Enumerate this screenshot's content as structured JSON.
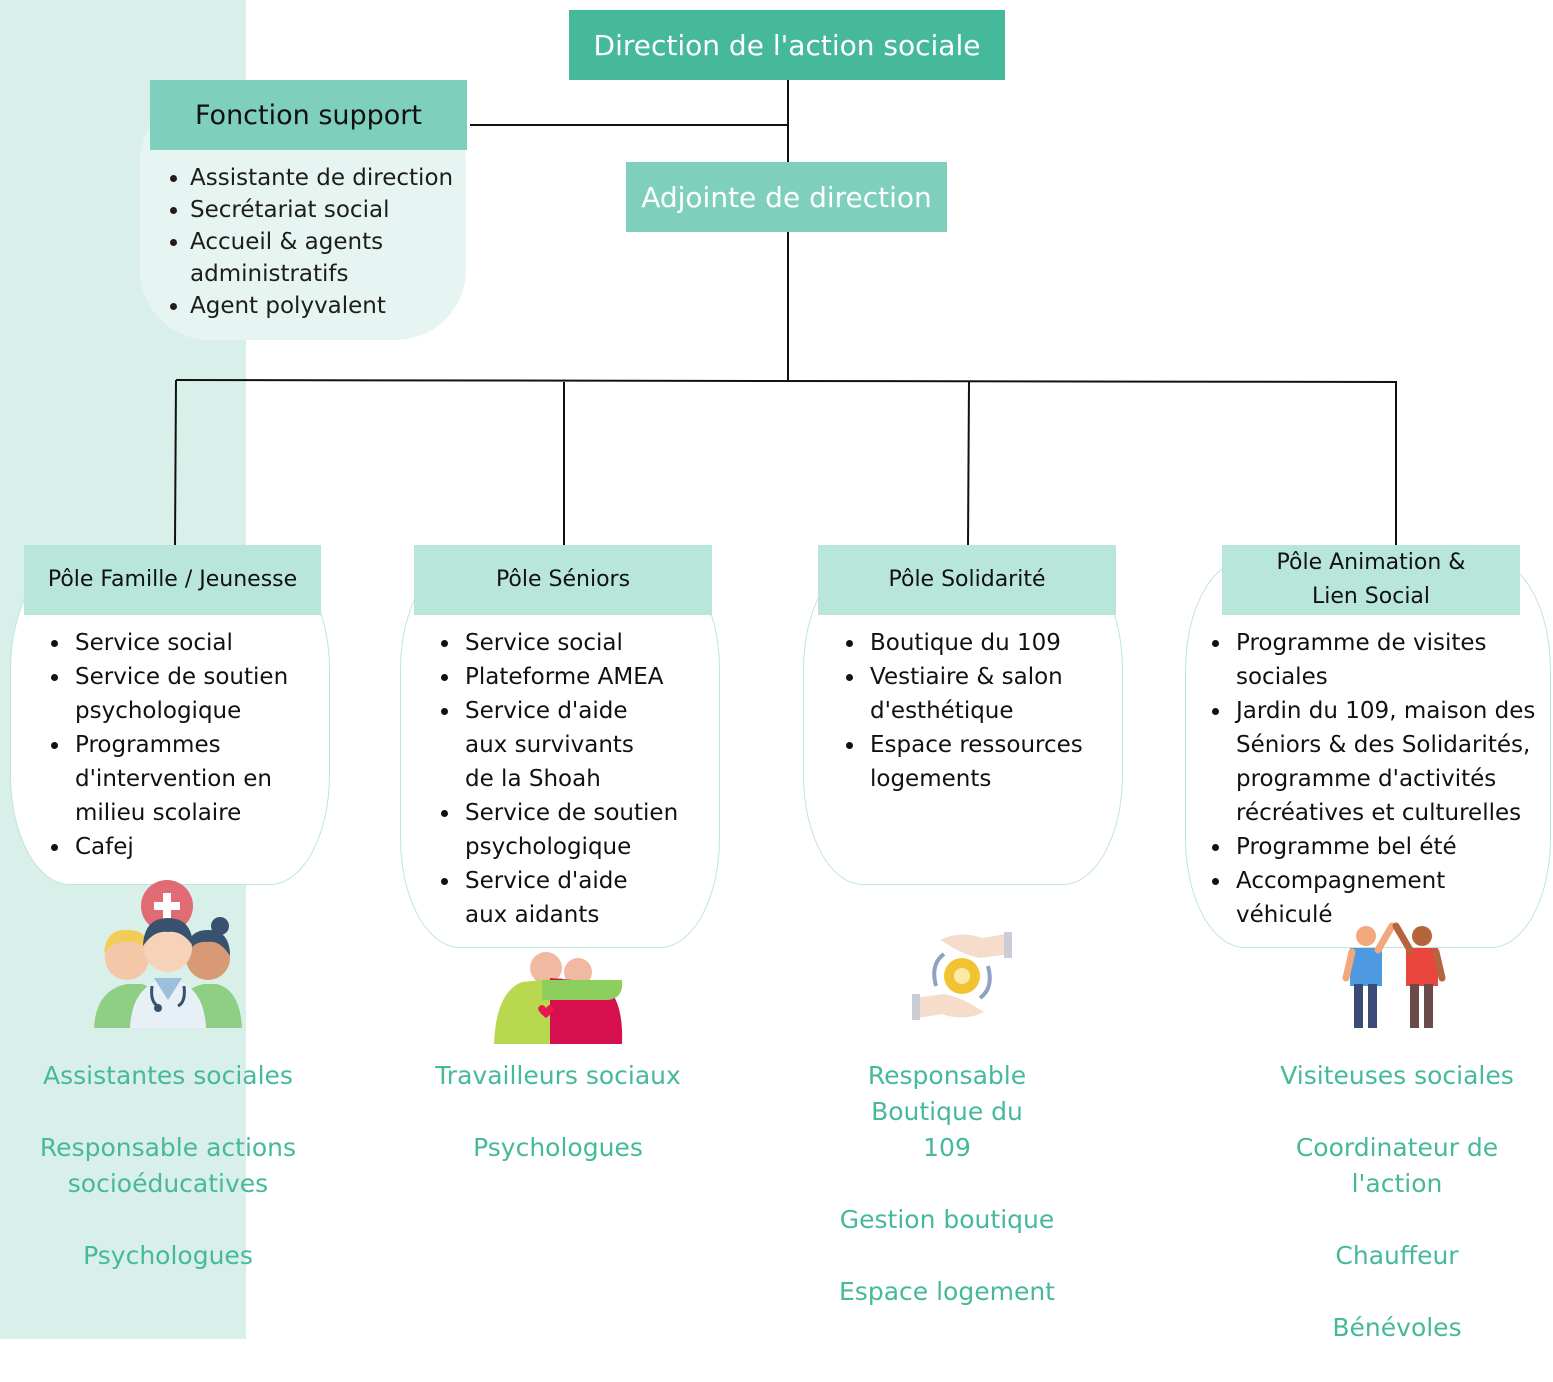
{
  "top": {
    "title": "Direction de l'action sociale"
  },
  "adjoint": {
    "title": "Adjointe de direction"
  },
  "support": {
    "title": "Fonction support",
    "items": [
      "Assistante de direction",
      "Secrétariat social",
      "Accueil & agents administratifs",
      "Agent polyvalent"
    ]
  },
  "poles": [
    {
      "title": "Pôle Famille / Jeunesse",
      "items": [
        "Service social",
        "Service de soutien psychologique",
        "Programmes d'intervention en milieu scolaire",
        "Cafej"
      ],
      "icon": "medical-team-icon",
      "roles": [
        "Assistantes sociales",
        "Responsable actions socioéducatives",
        "Psychologues"
      ]
    },
    {
      "title": "Pôle Séniors",
      "items": [
        "Service social",
        "Plateforme AMEA",
        "Service d'aide aux survivants de la Shoah",
        "Service de soutien psychologique",
        "Service d'aide aux aidants"
      ],
      "icon": "hugging-people-icon",
      "roles": [
        "Travailleurs sociaux",
        "Psychologues"
      ]
    },
    {
      "title": "Pôle Solidarité",
      "items": [
        "Boutique du 109",
        "Vestiaire & salon d'esthétique",
        "Espace ressources logements"
      ],
      "icon": "helping-hands-gear-icon",
      "roles": [
        "Responsable Boutique du 109",
        "Gestion boutique",
        "Espace logement"
      ]
    },
    {
      "title": "Pôle Animation & Lien Social",
      "items": [
        "Programme de visites sociales",
        "Jardin du 109, maison des Séniors & des Solidarités, programme d'activités récréatives et culturelles",
        "Programme bel été",
        "Accompagnement véhiculé"
      ],
      "icon": "high-five-icon",
      "roles": [
        "Visiteuses sociales",
        "Coordinateur de l'action",
        "Chauffeur",
        "Bénévoles"
      ]
    }
  ],
  "colors": {
    "primary": "#46b99b",
    "secondary": "#7fcfbd",
    "header": "#b8e6da",
    "band": "#d9efe9"
  }
}
